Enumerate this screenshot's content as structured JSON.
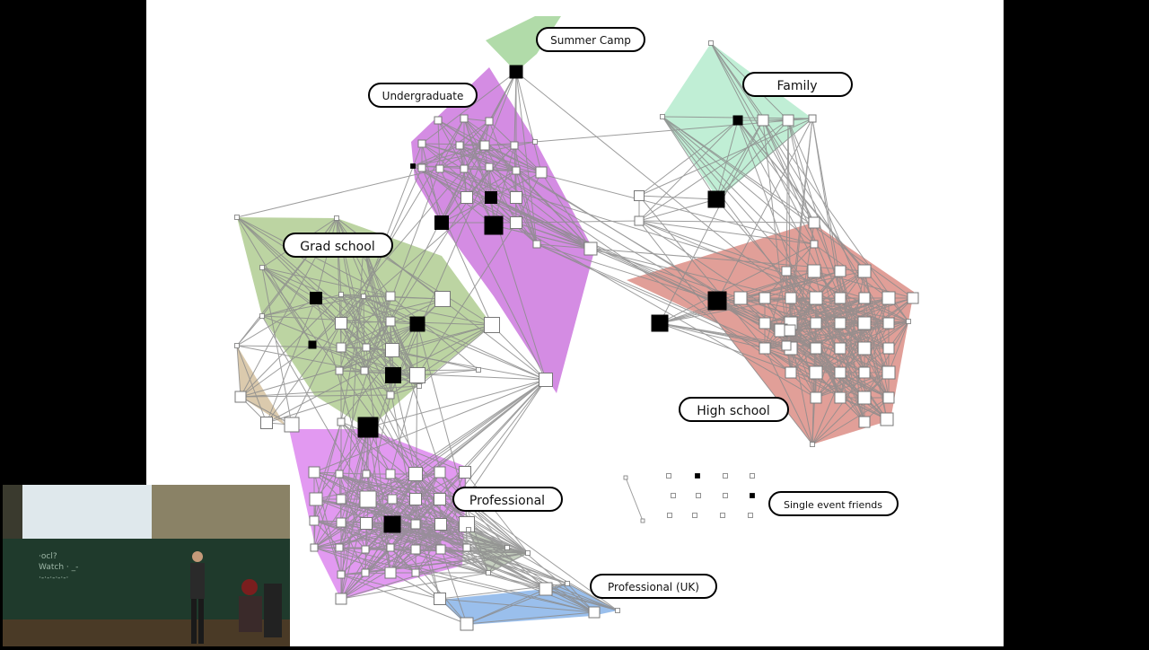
{
  "diagram": {
    "labels": {
      "summer_camp": "Summer Camp",
      "undergraduate": "Undergraduate",
      "family": "Family",
      "grad_school": "Grad school",
      "high_school": "High school",
      "professional": "Professional",
      "single_event": "Single event friends",
      "professional_uk": "Professional (UK)"
    },
    "group_colors": {
      "summer_camp": "#a9d7a0",
      "undergraduate": "#cf7fe0",
      "family": "#b9ecd0",
      "grad_school": "#b5cf98",
      "high_school": "#dc8e86",
      "professional": "#df8ef0",
      "professional_uk": "#8fb8ea",
      "tan": "#d7c4a4",
      "gray_green": "#bfcab8"
    },
    "edge_color": "#8c8c8c"
  },
  "video": {
    "board_lines": [
      "·ocl?",
      "Watch ·  _-",
      "·-·-·-·-·-·"
    ]
  }
}
